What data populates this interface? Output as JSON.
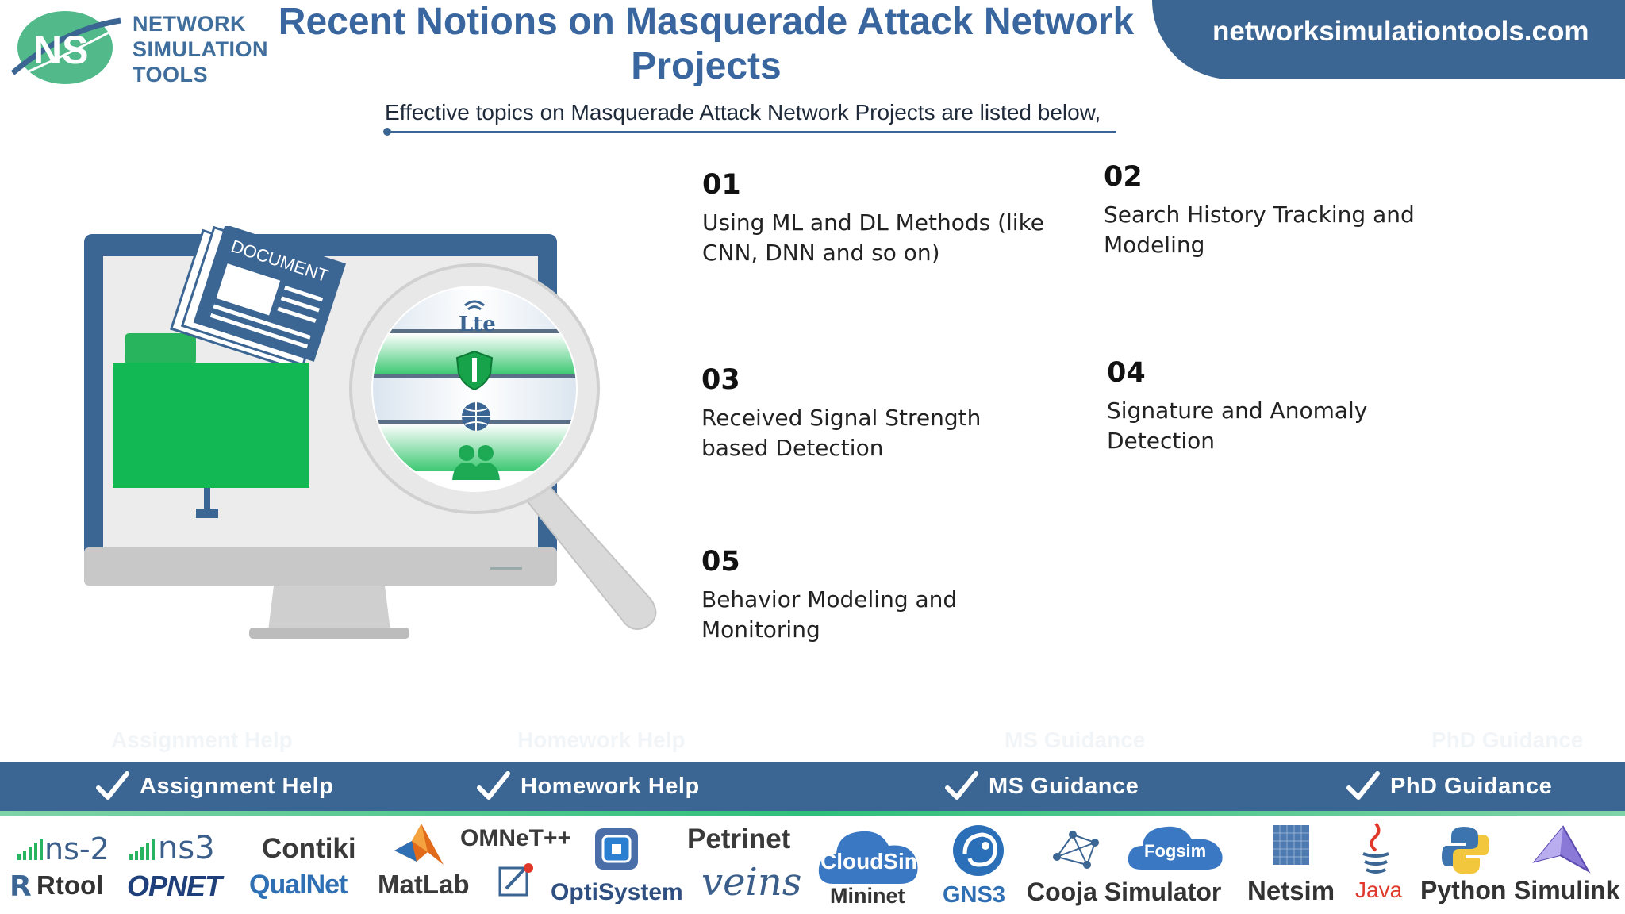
{
  "logo": {
    "initials": "NS",
    "lines": [
      "NETWORK",
      "SIMULATION",
      "TOOLS"
    ]
  },
  "header": {
    "title": "Recent Notions on Masquerade Attack Network Projects",
    "site": "networksimulationtools.com",
    "subtitle": "Effective topics on Masquerade Attack Network Projects are listed below,"
  },
  "illustration": {
    "document_label": "DOCUMENT",
    "lte_label": "Lte"
  },
  "topics": [
    {
      "number": "01",
      "text": "Using ML and DL Methods (like CNN, DNN and so on)"
    },
    {
      "number": "02",
      "text": "Search History Tracking and Modeling"
    },
    {
      "number": "03",
      "text": "Received Signal Strength based Detection"
    },
    {
      "number": "04",
      "text": "Signature and Anomaly Detection"
    },
    {
      "number": "05",
      "text": "Behavior Modeling and Monitoring"
    }
  ],
  "services": [
    {
      "label": "Assignment Help"
    },
    {
      "label": "Homework Help"
    },
    {
      "label": "MS  Guidance"
    },
    {
      "label": "PhD  Guidance"
    }
  ],
  "tools": {
    "ns2": "ns-2",
    "ns3": "ns3",
    "contiki": "Contiki",
    "omnet": "OMNeT++",
    "petrinet": "Petrinet",
    "cloudsim": "CloudSim",
    "fogsim": "Fogsim",
    "rtool": "Rtool",
    "opnet": "OPNET",
    "qualnet": "QualNet",
    "matlab": "MatLab",
    "optisystem": "OptiSystem",
    "veins": "veins",
    "mininet": "Mininet",
    "gns3": "GNS3",
    "cooja": "Cooja Simulator",
    "netsim": "Netsim",
    "java": "Java",
    "python": "Python",
    "simulink": "Simulink"
  },
  "colors": {
    "brand_blue": "#3b6592",
    "title_blue": "#3a66a0",
    "accent_green": "#2fbf6a"
  }
}
